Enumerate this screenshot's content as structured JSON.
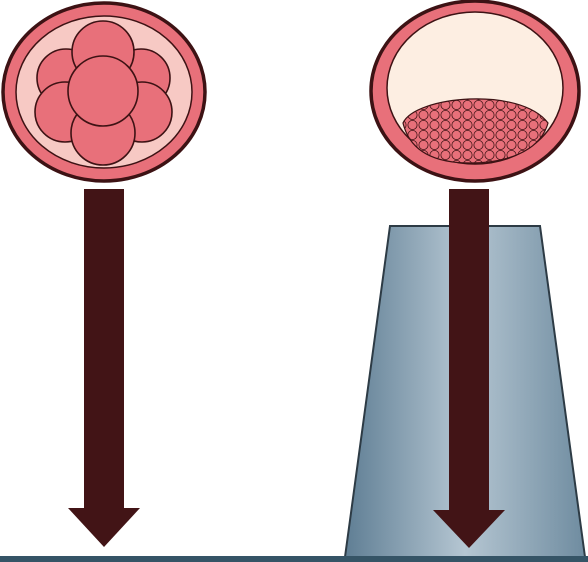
{
  "diagram": {
    "background": "#ffffff",
    "colors": {
      "cell_outline": "#3d1214",
      "cell_fill": "#e8707a",
      "zona_fill": "#f7c9c4",
      "cavity_fill": "#fdeee2",
      "arrow_fill": "#421416",
      "pedestal_dark": "#5f7e94",
      "pedestal_light": "#b5c6d2",
      "pedestal_outline": "#2d3b45",
      "floor_line": "#355466"
    },
    "embryos": [
      {
        "stage_icon": "morula-icon",
        "cell_count": 8
      },
      {
        "stage_icon": "blastocyst-icon",
        "cell_count": 0
      }
    ],
    "arrows": [
      {
        "direction": "down",
        "icon": "arrow-down-icon"
      },
      {
        "direction": "down",
        "icon": "arrow-down-icon"
      }
    ],
    "pedestal": {
      "icon": "pedestal-icon"
    }
  }
}
